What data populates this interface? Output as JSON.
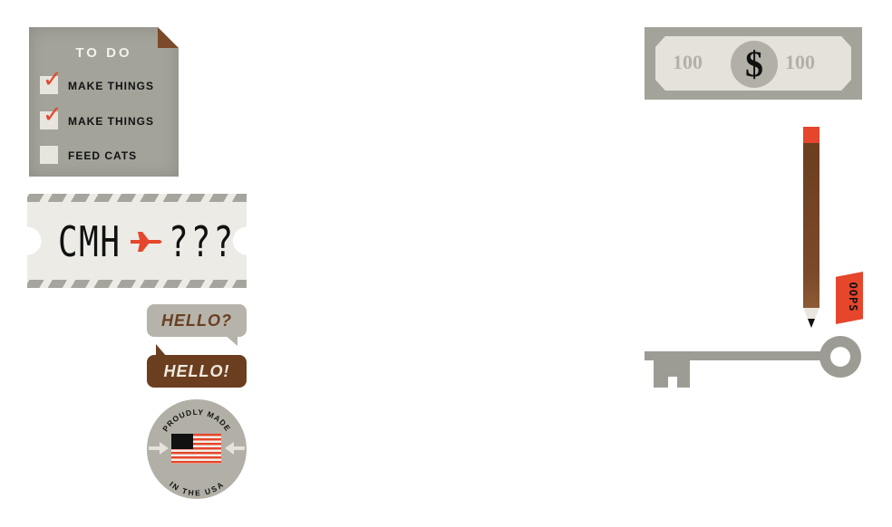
{
  "todo": {
    "title": "TO DO",
    "items": [
      {
        "label": "MAKE THINGS",
        "checked": true,
        "check_glyph": "✓"
      },
      {
        "label": "MAKE THINGS",
        "checked": true,
        "check_glyph": "✓"
      },
      {
        "label": "FEED CATS",
        "checked": false,
        "check_glyph": ""
      }
    ]
  },
  "ticket": {
    "from": "CMH",
    "to": "???",
    "icon": "airplane-icon"
  },
  "bubbles": {
    "question": "HELLO?",
    "exclaim": "HELLO!"
  },
  "badge": {
    "top_text": "PROUDLY MADE",
    "bottom_text": "IN THE USA",
    "icon": "us-flag-icon"
  },
  "bill": {
    "left_value": "100",
    "right_value": "100",
    "symbol": "$"
  },
  "pencil": {
    "tag_text": "OOPS"
  },
  "colors": {
    "accent_red": "#e5462c",
    "brown": "#6b3e1f",
    "gray": "#a3a39a",
    "light": "#e4e2da"
  }
}
